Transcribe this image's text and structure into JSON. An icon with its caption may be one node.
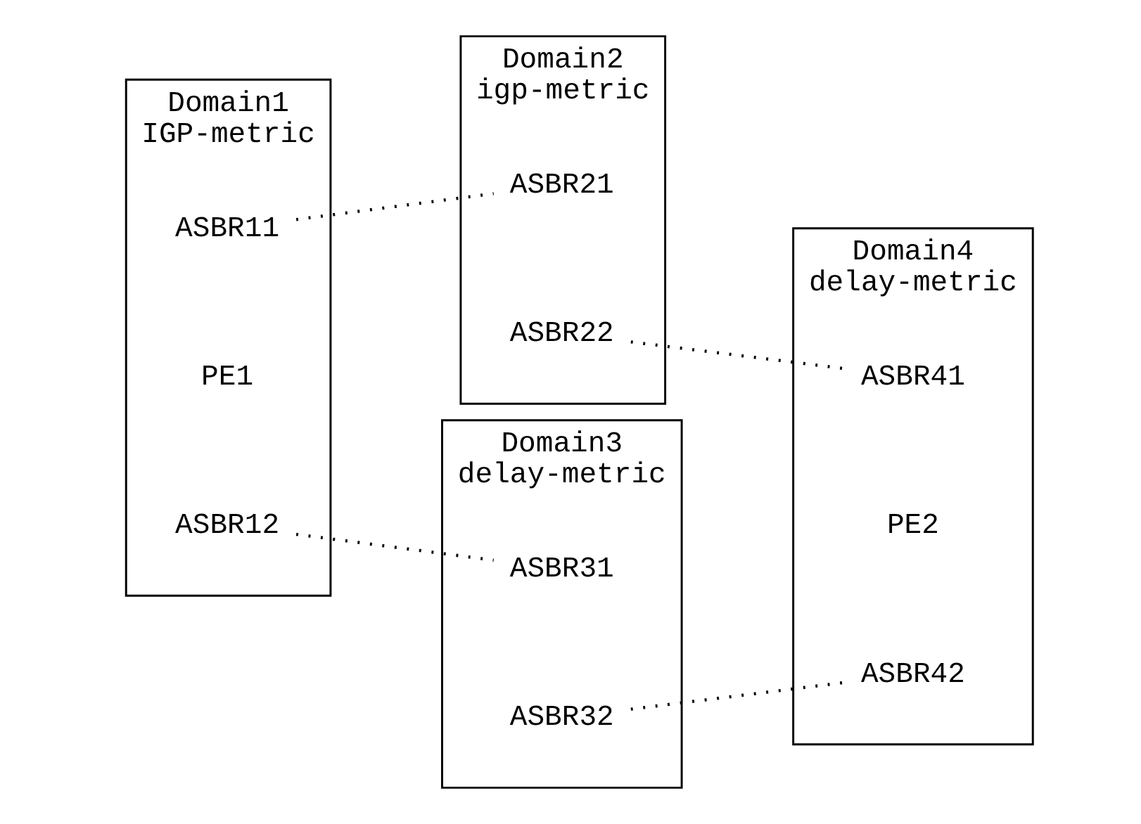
{
  "diagram": {
    "nodes": [
      {
        "text": [
          "Domain2",
          "igp-metric"
        ]
      },
      {
        "text": [
          "ASBR21"
        ],
        "in": 0
      },
      {
        "text": [
          "ASBR22"
        ],
        "in": 0
      },
      {
        "text": [
          "Domain1",
          "IGP-metric"
        ]
      },
      {
        "text": [
          "ASBR11"
        ],
        "in": 3
      },
      {
        "text": [
          "PE1"
        ],
        "in": 3
      },
      {
        "text": [
          "ASBR12"
        ],
        "in": 3
      },
      {
        "text": [
          "Domain4",
          "delay-metric"
        ]
      },
      {
        "text": [
          "ASBR41"
        ],
        "in": 7
      },
      {
        "text": [
          "PE2"
        ],
        "in": 7
      },
      {
        "text": [
          "ASBR42"
        ],
        "in": 7
      },
      {
        "text": [
          "Domain3",
          "delay-metric"
        ]
      },
      {
        "text": [
          "ASBR31"
        ],
        "in": 11
      },
      {
        "text": [
          "ASBR32"
        ],
        "in": 11
      }
    ],
    "edges": [
      {
        "from": 4,
        "to": 1,
        "arrow": "none",
        "style": "dashed"
      },
      {
        "from": 6,
        "to": 12,
        "arrow": "none",
        "style": "dashed"
      },
      {
        "from": 2,
        "to": 8,
        "arrow": "none",
        "style": "dashed"
      },
      {
        "from": 13,
        "to": 10,
        "arrow": "none",
        "style": "dashed"
      }
    ]
  }
}
